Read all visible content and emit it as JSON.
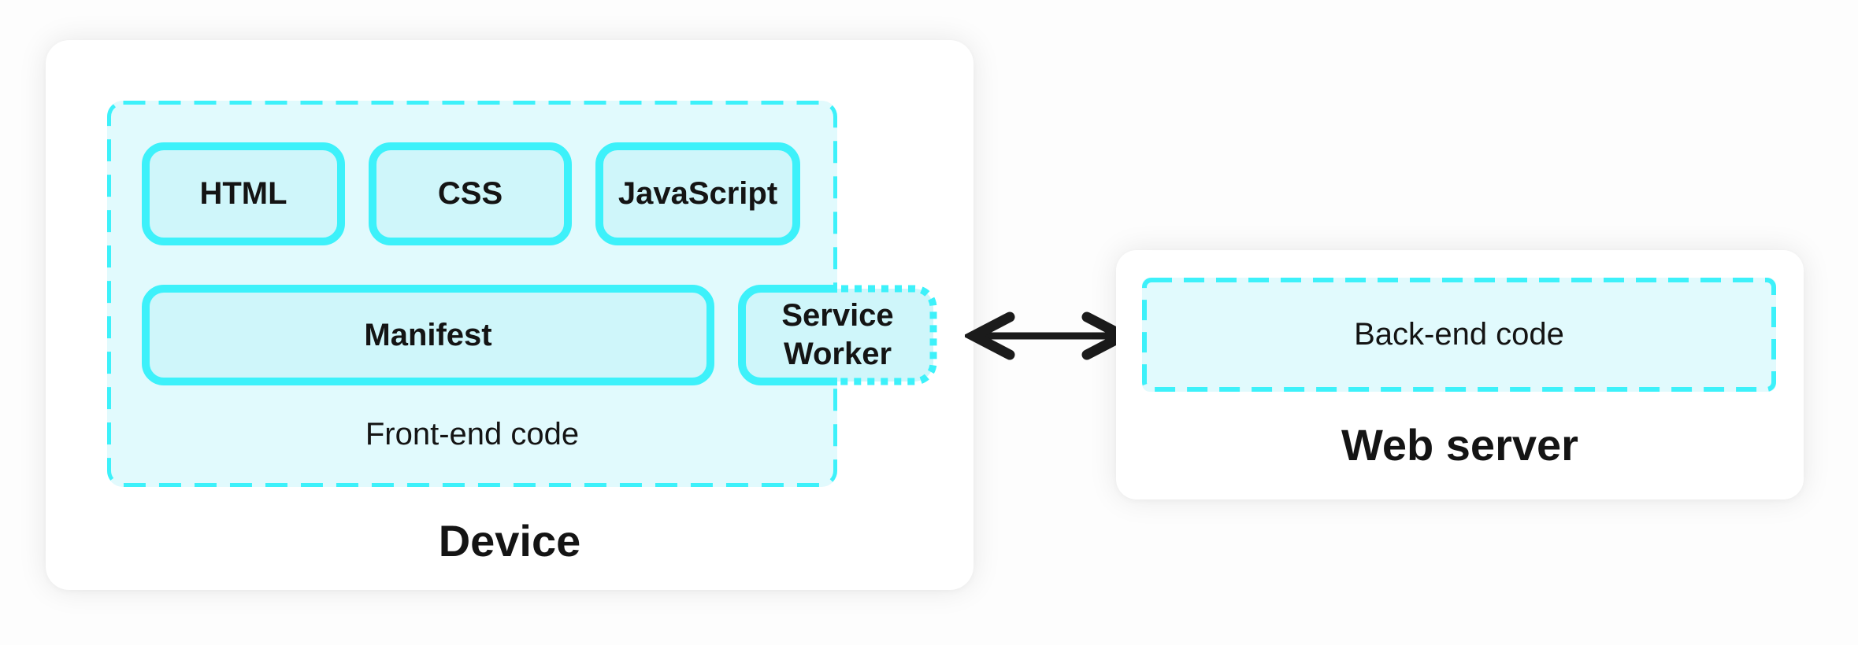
{
  "device": {
    "label": "Device",
    "frontend": {
      "label": "Front-end code",
      "boxes": [
        {
          "id": "html",
          "label": "HTML"
        },
        {
          "id": "css",
          "label": "CSS"
        },
        {
          "id": "javascript",
          "label": "JavaScript"
        },
        {
          "id": "manifest",
          "label": "Manifest"
        },
        {
          "id": "service-worker",
          "label": "Service Worker"
        }
      ]
    }
  },
  "webserver": {
    "label": "Web server",
    "backend": {
      "label": "Back-end code"
    }
  },
  "arrow": {
    "icon": "bidirectional-arrow-icon",
    "direction": "horizontal"
  },
  "colors": {
    "accent": "#3df1fa",
    "container_fill": "#e1fafd",
    "box_fill": "#cff6fa",
    "card_bg": "#ffffff",
    "page_bg": "#fdfdfd",
    "text": "#141414",
    "arrow": "#1b1b1b"
  }
}
